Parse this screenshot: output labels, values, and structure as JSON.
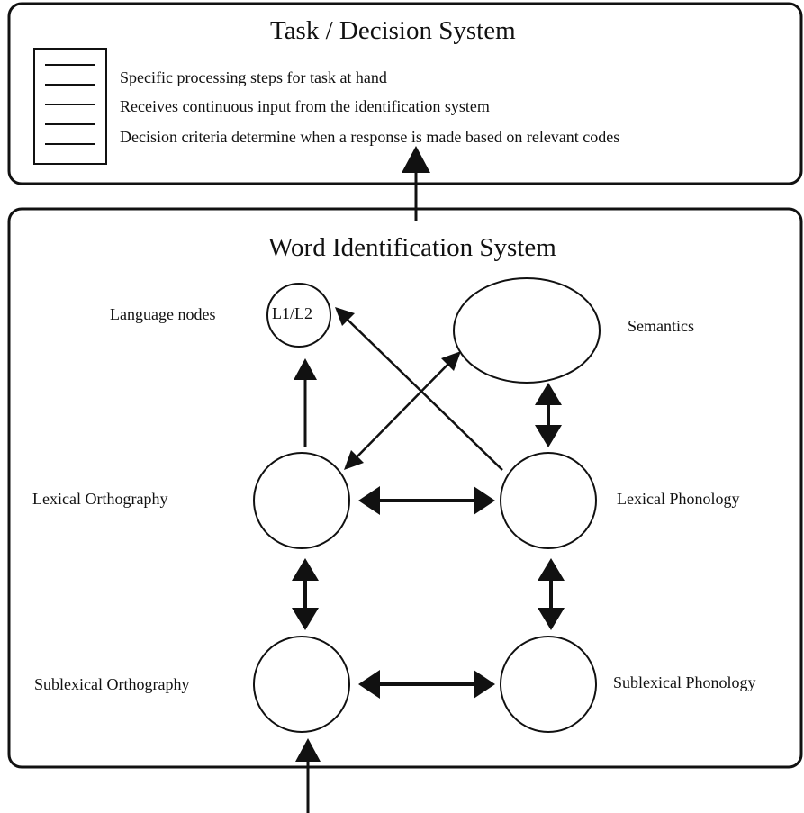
{
  "task_system": {
    "title": "Task / Decision System",
    "items": [
      "Specific processing steps for task at hand",
      "Receives continuous input from the identification system",
      "Decision criteria determine when a response is made based on relevant codes"
    ]
  },
  "word_system": {
    "title": "Word Identification System",
    "nodes": {
      "language_nodes": "Language nodes",
      "language_inner": "L1/L2",
      "semantics": "Semantics",
      "lexical_orthography": "Lexical Orthography",
      "lexical_phonology": "Lexical Phonology",
      "sublexical_orthography": "Sublexical Orthography",
      "sublexical_phonology": "Sublexical Phonology"
    }
  }
}
